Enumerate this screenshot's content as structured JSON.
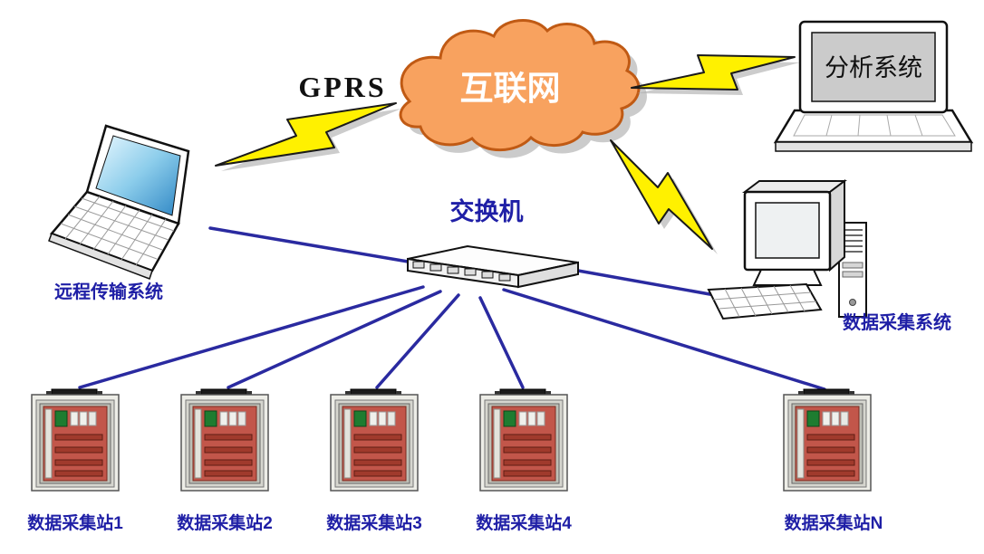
{
  "diagram": {
    "internet_label": "互联网",
    "gprs_label": "GPRS",
    "analysis_label": "分析系统",
    "remote_label": "远程传输系统",
    "switch_label": "交换机",
    "daq_label": "数据采集系统",
    "stations": [
      {
        "label": "数据采集站1"
      },
      {
        "label": "数据采集站2"
      },
      {
        "label": "数据采集站3"
      },
      {
        "label": "数据采集站4"
      },
      {
        "label": "数据采集站N"
      }
    ],
    "colors": {
      "cloud_fill": "#F8A25F",
      "cloud_stroke": "#C05A14",
      "bolt_fill": "#FFF100",
      "line_color": "#2A2AA0",
      "label_color": "#1F1FA6",
      "backplane": "#C2564A"
    }
  }
}
